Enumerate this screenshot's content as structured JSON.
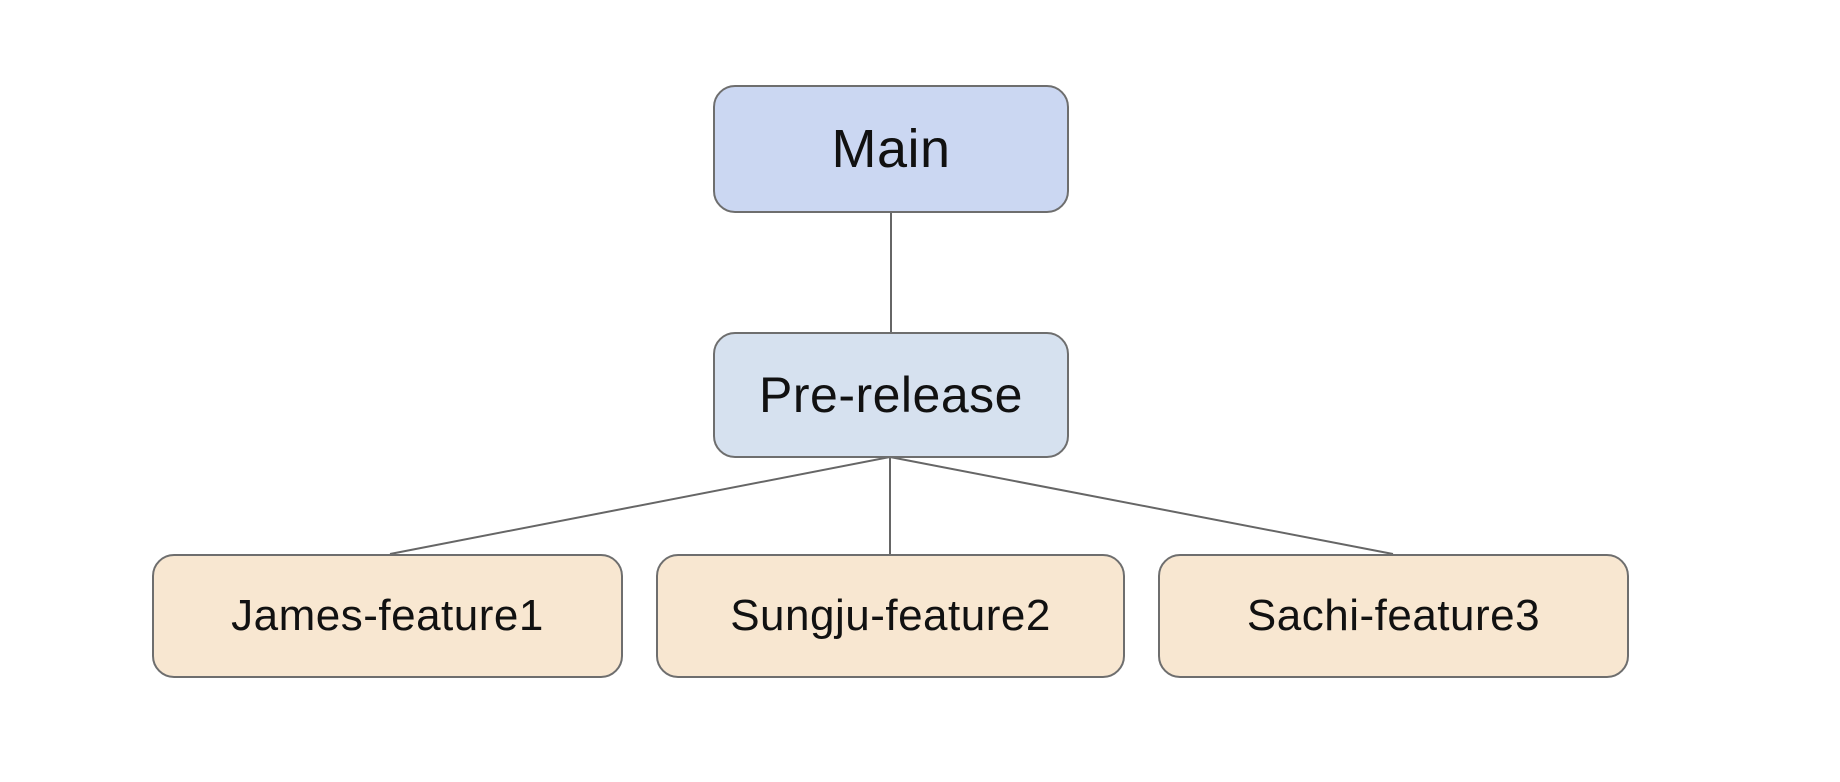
{
  "diagram": {
    "type": "flowchart",
    "nodes": {
      "main": {
        "label": "Main"
      },
      "prerelease": {
        "label": "Pre-release"
      },
      "feature1": {
        "label": "James-feature1"
      },
      "feature2": {
        "label": "Sungju-feature2"
      },
      "feature3": {
        "label": "Sachi-feature3"
      }
    },
    "edges": [
      {
        "from": "main",
        "to": "prerelease"
      },
      {
        "from": "prerelease",
        "to": "feature1"
      },
      {
        "from": "prerelease",
        "to": "feature2"
      },
      {
        "from": "prerelease",
        "to": "feature3"
      }
    ],
    "colors": {
      "main_fill": "#cbd7f2",
      "prerelease_fill": "#d6e1ef",
      "feature_fill": "#f8e7d1",
      "node_border": "#6e6e6e",
      "edge_stroke": "#666666",
      "text": "#111111",
      "background": "#ffffff"
    }
  }
}
